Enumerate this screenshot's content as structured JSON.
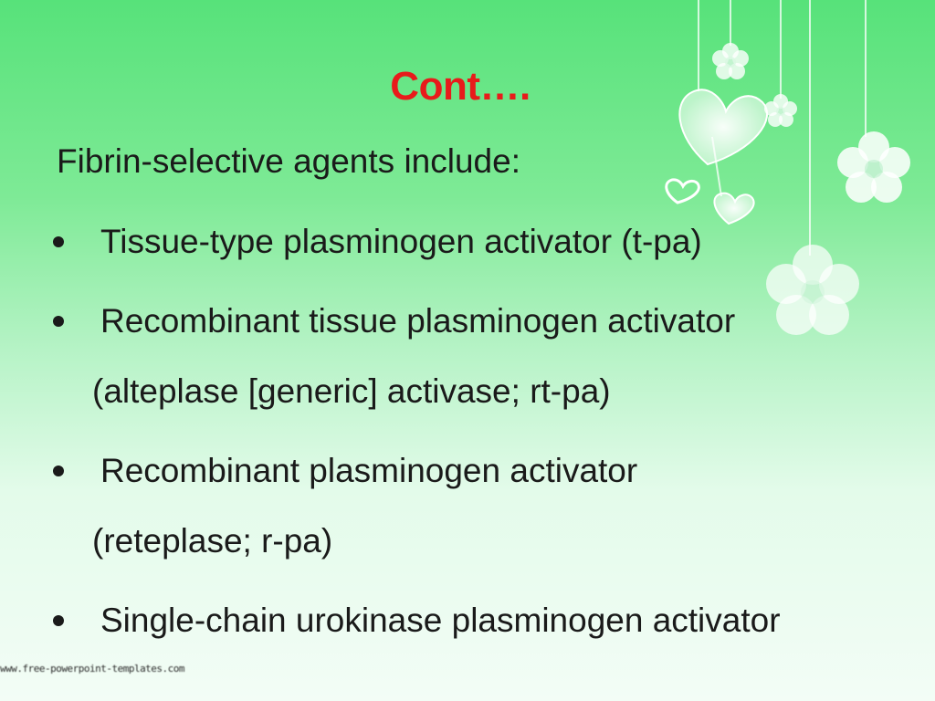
{
  "slide": {
    "title": "Cont….",
    "intro": "Fibrin-selective agents include:",
    "bullets": [
      {
        "line1": "Tissue-type plasminogen activator (t-pa)",
        "line2": ""
      },
      {
        "line1": "Recombinant tissue plasminogen activator",
        "line2": "(alteplase [generic] activase; rt-pa)"
      },
      {
        "line1": "Recombinant plasminogen activator",
        "line2": "(reteplase; r-pa)"
      },
      {
        "line1": "Single-chain urokinase plasminogen activator",
        "line2": ""
      }
    ],
    "watermark": "www.free-powerpoint-templates.com"
  },
  "colors": {
    "title": "#e81b1b",
    "text": "#1a1a1a",
    "background_top": "#57e27a",
    "background_bottom": "#f3fdf6",
    "decor": "#ffffff"
  },
  "icons": [
    "heart-icon",
    "flower-icon",
    "bullet-dot-icon"
  ]
}
